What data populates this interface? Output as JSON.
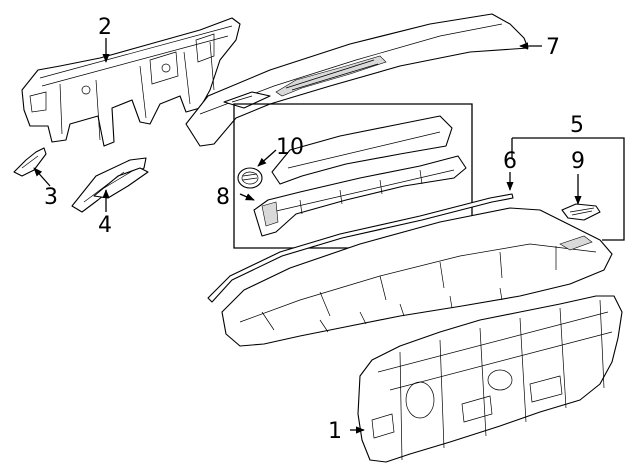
{
  "diagram": {
    "callouts": {
      "c1": "1",
      "c2": "2",
      "c3": "3",
      "c4": "4",
      "c5": "5",
      "c6": "6",
      "c7": "7",
      "c8": "8",
      "c9": "9",
      "c10": "10"
    }
  }
}
